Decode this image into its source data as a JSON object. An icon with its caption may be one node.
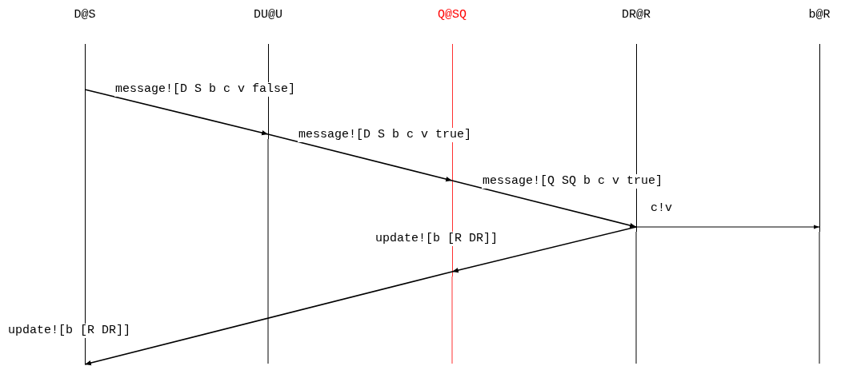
{
  "diagram": {
    "nodes": [
      {
        "text": [
          "D@S"
        ]
      },
      {
        "text": [
          "DU@U"
        ]
      },
      {
        "text": [
          "Q@SQ"
        ]
      },
      {
        "text": [
          "DR@R"
        ]
      },
      {
        "text": [
          "b@R"
        ]
      }
    ],
    "edges": [
      {
        "from": 0,
        "to": 1,
        "arrow": "to",
        "label": "message![D S b c v false]"
      },
      {
        "from": 1,
        "to": 2,
        "arrow": "to",
        "label": "message![D S b c v true]"
      },
      {
        "from": 2,
        "to": 3,
        "arrow": "to",
        "label": "message![Q SQ b c v true]"
      },
      {
        "from": 3,
        "to": 4,
        "arrow": "to",
        "label": "c!v"
      },
      {
        "from": 3,
        "to": 2,
        "arrow": "to",
        "label": "update![b [R DR]]"
      },
      {
        "from": 2,
        "to": 0,
        "arrow": "to",
        "label": "update![b [R DR]]"
      }
    ]
  }
}
